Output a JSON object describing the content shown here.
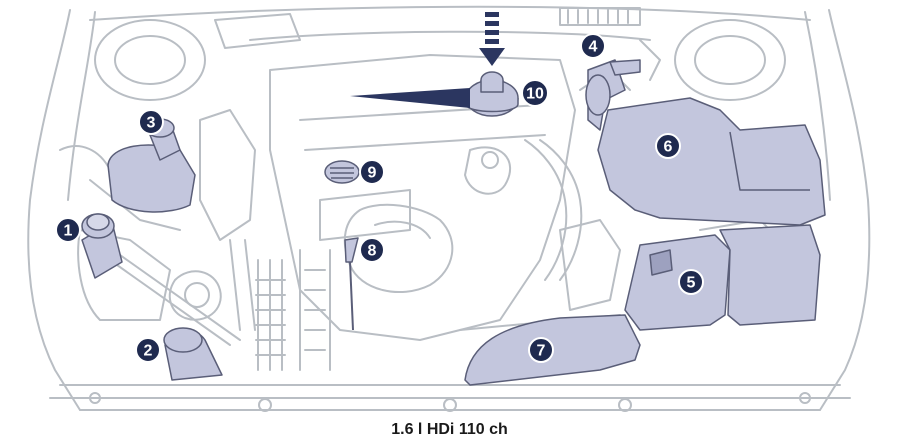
{
  "caption": "1.6 l HDi 110 ch",
  "badges": [
    "1",
    "2",
    "3",
    "4",
    "5",
    "6",
    "7",
    "8",
    "9",
    "10"
  ],
  "colors": {
    "line": "#b9bec4",
    "line_dark": "#8c929a",
    "highlight_fill": "#c3c6dd",
    "highlight_stroke": "#5a5e78",
    "badge_fill": "#1f2a4f",
    "badge_stroke": "#ffffff",
    "arrow": "#2b3660"
  },
  "icons": {
    "fill_arrow": "dashed-down-arrow-icon",
    "pointer": "pointer-wedge-icon"
  }
}
